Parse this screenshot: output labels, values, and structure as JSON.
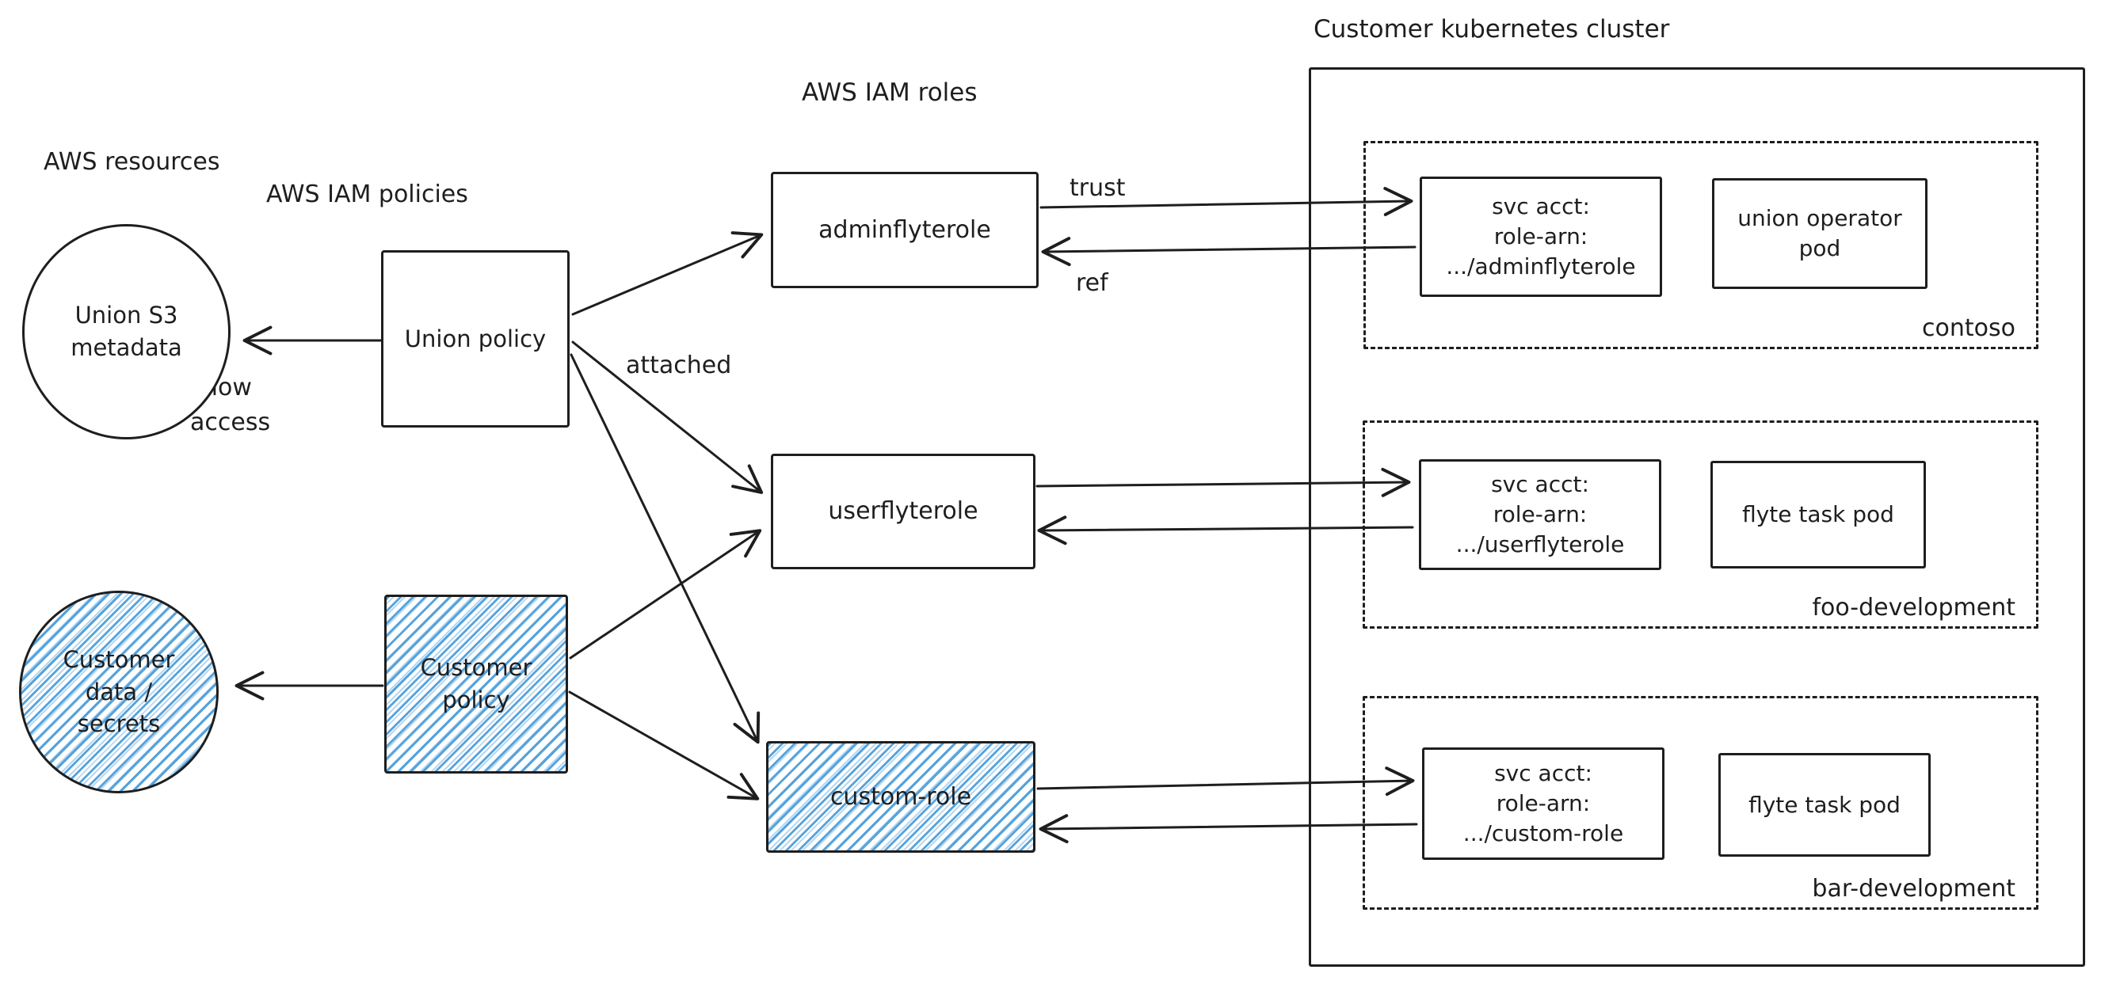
{
  "diagram": {
    "labels": {
      "aws_resources": "AWS resources",
      "aws_iam_policies": "AWS IAM policies",
      "aws_iam_roles": "AWS IAM roles",
      "cluster_title": "Customer kubernetes cluster",
      "allow_access": "allow\naccess",
      "attached": "attached",
      "trust": "trust",
      "ref": "ref"
    },
    "resources": [
      {
        "label": "Union S3\nmetadata",
        "fill": "plain"
      },
      {
        "label": "Customer\ndata /\nsecrets",
        "fill": "hatched"
      }
    ],
    "policies": [
      {
        "label": "Union policy",
        "fill": "plain"
      },
      {
        "label": "Customer\npolicy",
        "fill": "hatched"
      }
    ],
    "roles": [
      {
        "label": "adminflyterole",
        "fill": "plain"
      },
      {
        "label": "userflyterole",
        "fill": "plain"
      },
      {
        "label": "custom-role",
        "fill": "hatched"
      }
    ],
    "namespaces": [
      {
        "name": "contoso",
        "svc_acct": "svc acct:\nrole-arn:\n.../adminflyterole",
        "pod": "union operator\npod"
      },
      {
        "name": "foo-development",
        "svc_acct": "svc acct:\nrole-arn:\n.../userflyterole",
        "pod": "flyte task pod"
      },
      {
        "name": "bar-development",
        "svc_acct": "svc acct:\nrole-arn:\n.../custom-role",
        "pod": "flyte task pod"
      }
    ],
    "colors": {
      "stroke": "#1e1e1e",
      "hatch_blue": "#4d9edb",
      "background": "#ffffff"
    }
  }
}
